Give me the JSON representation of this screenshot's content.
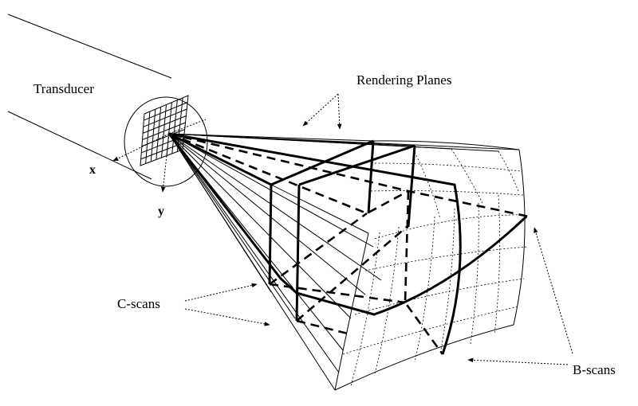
{
  "labels": {
    "transducer": "Transducer",
    "rendering_planes": "Rendering Planes",
    "c_scans": "C-scans",
    "b_scans": "B-scans",
    "x_axis": "x",
    "y_axis": "y"
  }
}
